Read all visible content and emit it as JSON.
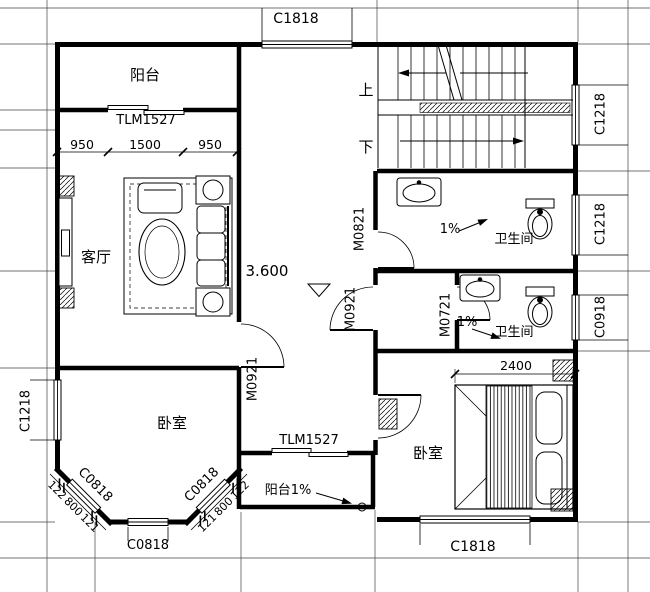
{
  "drawing": {
    "rooms": {
      "balcony_top": "阳台",
      "living_room": "客厅",
      "bedroom_left": "卧室",
      "bedroom_right": "卧室",
      "bathroom_top": "卫生间",
      "bathroom_bottom": "卫生间",
      "balcony_bottom": "阳台1%"
    },
    "stairs": {
      "up": "上",
      "down": "下"
    },
    "elevation": "3.600",
    "slopes": {
      "bathroom_top": "1%",
      "bathroom_bottom": "1%"
    },
    "windows": {
      "c1818_top": "C1818",
      "c1818_bottom": "C1818",
      "c1218_right_upper": "C1218",
      "c1218_right_middle": "C1218",
      "c0918_right": "C0918",
      "c1218_left": "C1218",
      "c0818_chamfer_left": "C0818",
      "c0818_chamfer_right": "C0818",
      "c0818_bottom": "C0818"
    },
    "doors": {
      "tlm_top": "TLM1527",
      "tlm_bottom": "TLM1527",
      "m0821": "M0821",
      "m0921_hall": "M0921",
      "m0921_bedroom": "M0921",
      "m0721": "M0721"
    },
    "dimensions": {
      "top_left": [
        "950",
        "1500",
        "950"
      ],
      "bed_width": "2400",
      "chamfer_left": [
        "122",
        "800",
        "121"
      ],
      "chamfer_right": [
        "121",
        "800",
        "122"
      ]
    },
    "colors": {
      "line": "#000000",
      "background": "#ffffff"
    }
  }
}
